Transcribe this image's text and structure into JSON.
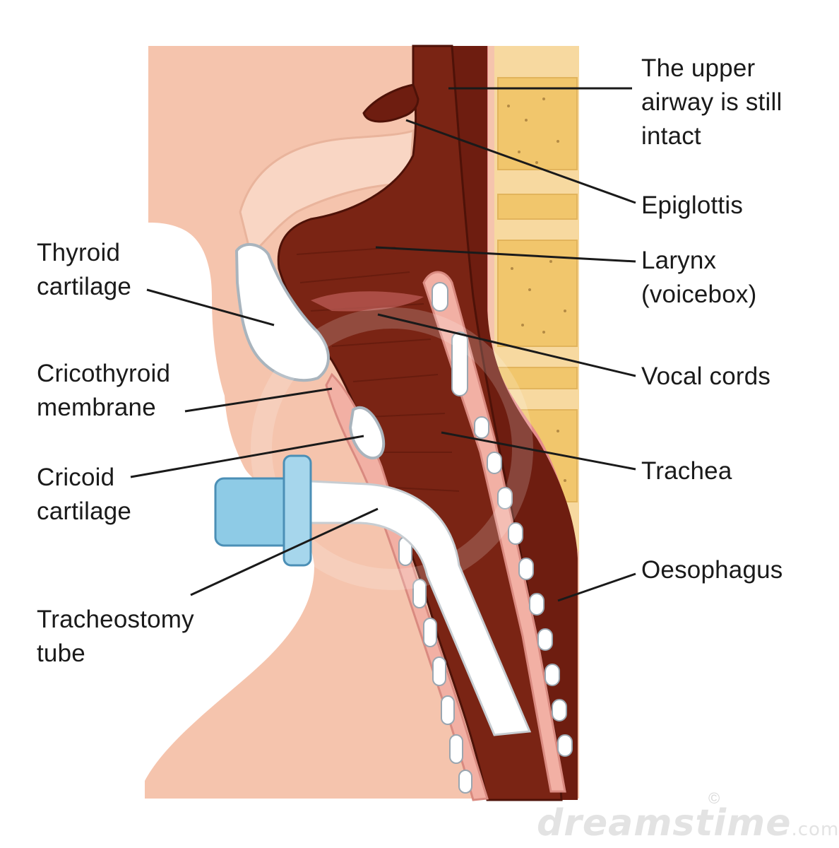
{
  "labels": {
    "upper_airway": [
      "The upper",
      "airway is still",
      "intact"
    ],
    "epiglottis": [
      "Epiglottis"
    ],
    "larynx": [
      "Larynx",
      "(voicebox)"
    ],
    "vocal_cords": [
      "Vocal cords"
    ],
    "trachea": [
      "Trachea"
    ],
    "oesophagus": [
      "Oesophagus"
    ],
    "thyroid_cartilage": [
      "Thyroid",
      "cartilage"
    ],
    "cricothyroid_membrane": [
      "Cricothyroid",
      "membrane"
    ],
    "cricoid_cartilage": [
      "Cricoid",
      "cartilage"
    ],
    "tracheostomy_tube": [
      "Tracheostomy",
      "tube"
    ]
  },
  "watermark": {
    "text": "dreamstime",
    "suffix": ".com",
    "symbol": "©"
  },
  "colors": {
    "skin": "#f5c4ad",
    "skin_dark": "#e8a88e",
    "airway": "#7a2414",
    "airway_dark": "#4e1208",
    "spine": "#f7d9a0",
    "tube": "#ffffff",
    "flange": "#8ecbe6"
  }
}
